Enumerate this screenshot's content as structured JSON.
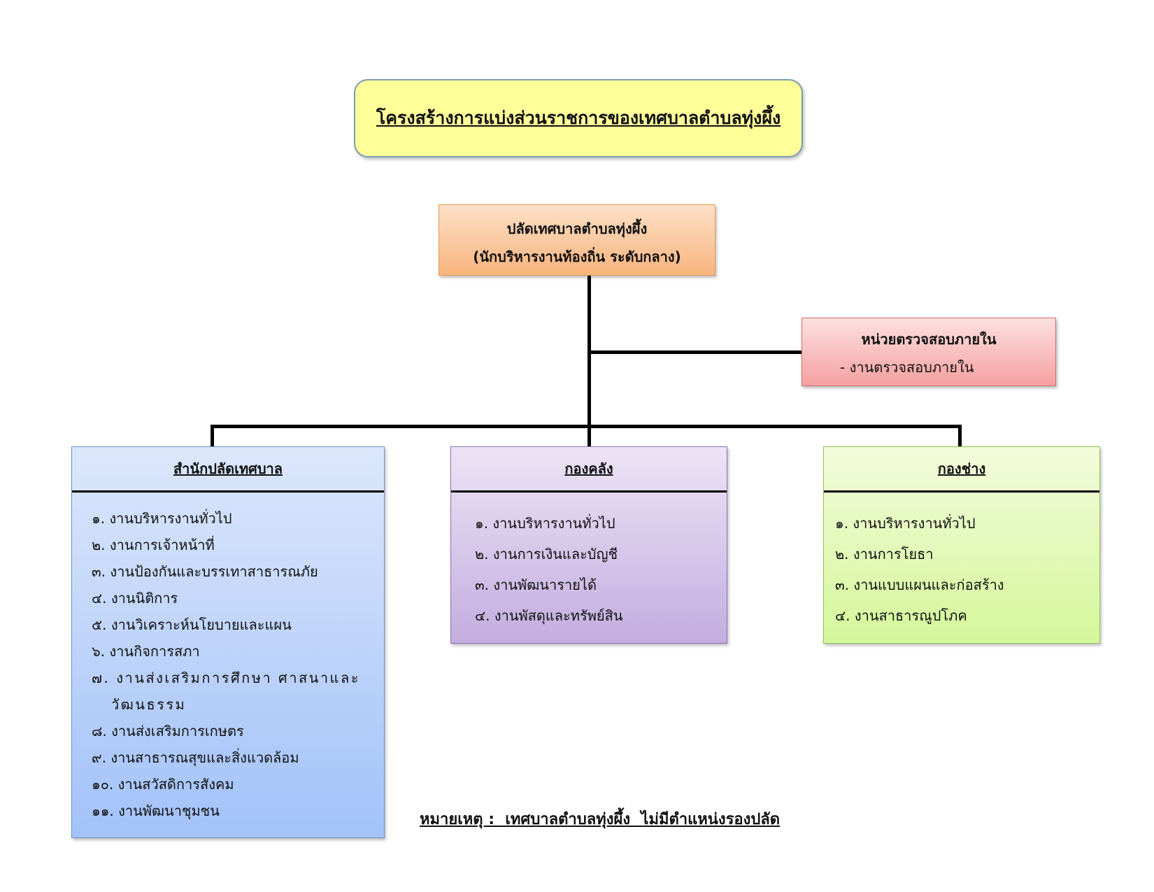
{
  "title": "โครงสร้างการแบ่งส่วนราชการของเทศบาลตำบลทุ่งผึ้ง",
  "chief": {
    "line1": "ปลัดเทศบาลตำบลทุ่งผึ้ง",
    "line2": "(นักบริหารงานท้องถิ่น ระดับกลาง)"
  },
  "audit": {
    "title": "หน่วยตรวจสอบภายใน",
    "item": "-  งานตรวจสอบภายใน"
  },
  "divisions": [
    {
      "title": "สำนักปลัดเทศบาล",
      "items": [
        "๑. งานบริหารงานทั่วไป",
        "๒. งานการเจ้าหน้าที่",
        "๓. งานป้องกันและบรรเทาสาธารณภัย",
        "๔. งานนิติการ",
        "๕. งานวิเคราะห์นโยบายและแผน",
        "๖. งานกิจการสภา",
        "๗. งานส่งเสริมการศึกษา ศาสนาและวัฒนธรรม",
        "๘. งานส่งเสริมการเกษตร",
        "๙. งานสาธารณสุขและสิ่งแวดล้อม",
        "๑๐. งานสวัสดิการสังคม",
        "๑๑. งานพัฒนาชุมชน"
      ]
    },
    {
      "title": "กองคลัง",
      "items": [
        "๑. งานบริหารงานทั่วไป",
        "๒. งานการเงินและบัญชี",
        "๓. งานพัฒนารายได้",
        "๔. งานพัสดุและทรัพย์สิน"
      ]
    },
    {
      "title": "กองช่าง",
      "items": [
        "๑. งานบริหารงานทั่วไป",
        "๒. งานการโยธา",
        "๓. งานแบบแผนและก่อสร้าง",
        "๔. งานสาธารณูปโภค"
      ]
    }
  ],
  "note": "หมายเหตุ :  เทศบาลตำบลทุ่งผึ้ง  ไม่มีตำแหน่งรองปลัด",
  "colors": {
    "title_bg": "#ffff99",
    "chief_bg": "#f8b47d",
    "audit_bg": "#f5a0a0",
    "office_bg": "#a2c2f9",
    "finance_bg": "#c3addf",
    "engineering_bg": "#d4f79a"
  }
}
